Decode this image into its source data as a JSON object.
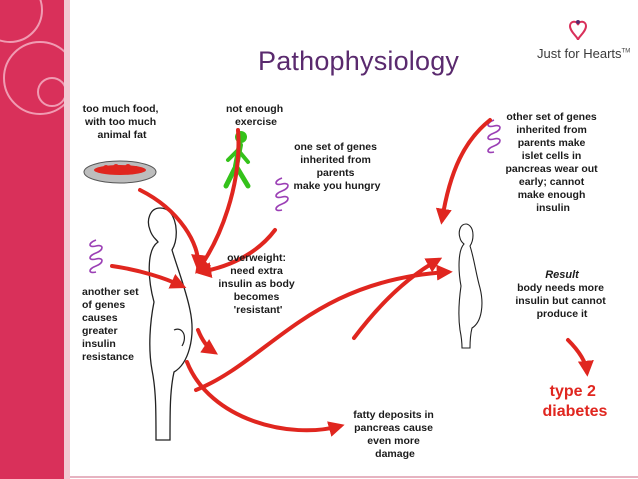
{
  "slide": {
    "title": "Pathophysiology"
  },
  "logo": {
    "text": "Just for Hearts",
    "tm": "TM"
  },
  "labels": {
    "too_much_food": [
      "too much food,",
      "with too much",
      "animal fat"
    ],
    "not_enough_exercise": [
      "not enough",
      "exercise"
    ],
    "one_set_of_genes": [
      "one set of genes",
      "inherited from",
      "parents",
      "make you hungry"
    ],
    "another_set_of_genes": [
      "another set",
      "of genes",
      "causes",
      "greater",
      "insulin",
      "resistance"
    ],
    "overweight": [
      "overweight:",
      "need extra",
      "insulin as body",
      "becomes",
      "'resistant'"
    ],
    "fatty_deposits": [
      "fatty deposits in",
      "pancreas cause",
      "even more",
      "damage"
    ],
    "other_set_of_genes": [
      "other set of genes",
      "inherited from",
      "parents make",
      "islet cells in",
      "pancreas wear out",
      "early; cannot",
      "make enough",
      "insulin"
    ],
    "result_heading": "Result",
    "result_text": [
      "body needs more",
      "insulin but cannot",
      "produce it"
    ],
    "outcome": [
      "type 2",
      "diabetes"
    ]
  },
  "colors": {
    "accent": "#d9305a",
    "title": "#5a2a6e",
    "arrow": "#e0261f",
    "outcome": "#e0261f",
    "gene": "#9b3fb5",
    "walker": "#34c21a"
  },
  "icons": [
    "heart-logo-icon",
    "fatty-food-plate-icon",
    "walking-person-icon",
    "gene-coil-icon",
    "human-figure-icon"
  ]
}
